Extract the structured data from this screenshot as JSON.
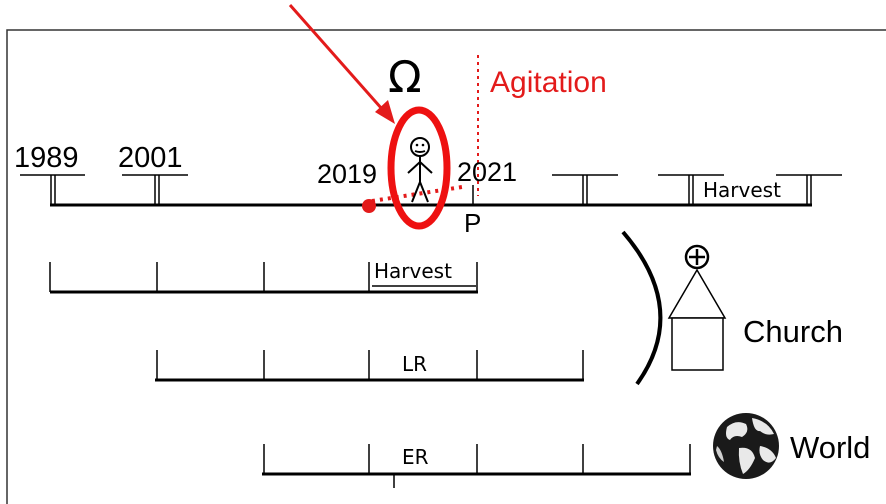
{
  "top_timeline": {
    "labels": [
      "1989",
      "2001",
      "2019",
      "2021"
    ],
    "omega": "Ω",
    "agitation": "Agitation",
    "p_label": "P",
    "harvest": "Harvest"
  },
  "rows": [
    {
      "label": "Harvest"
    },
    {
      "label": "LR"
    },
    {
      "label": "ER"
    }
  ],
  "church": {
    "label": "Church",
    "symbol": "⊕"
  },
  "world": {
    "label": "World"
  },
  "colors": {
    "highlight": "#ee1111",
    "ink": "#000000",
    "frame": "#333333"
  }
}
